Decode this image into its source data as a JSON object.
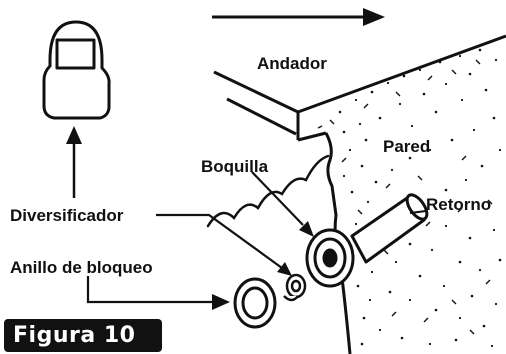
{
  "labels": {
    "andador": "Andador",
    "pared": "Pared",
    "boquilla": "Boquilla",
    "retorno": "Retorno",
    "diversificador": "Diversificador",
    "anillo": "Anillo de bloqueo"
  },
  "figure": {
    "label": "Figura 10"
  },
  "colors": {
    "ink": "#111111",
    "background": "#ffffff",
    "badge_text": "#ffffff"
  }
}
